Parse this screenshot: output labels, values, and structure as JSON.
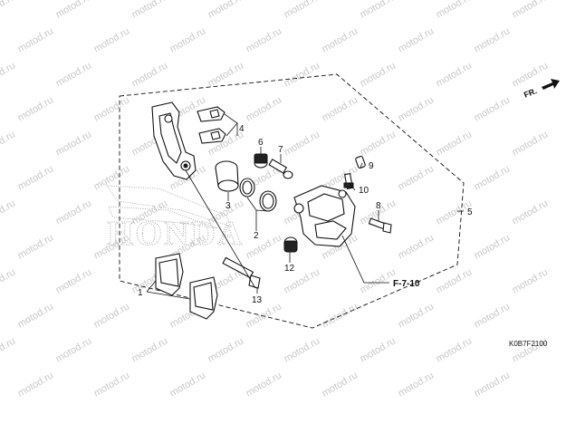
{
  "watermark": {
    "text": "motod.ru"
  },
  "brand_logo": {
    "text": "HONDA"
  },
  "direction_marker": {
    "label": "FR.",
    "icon": "forward-arrow-icon"
  },
  "callouts": {
    "c1": "1",
    "c2": "2",
    "c3": "3",
    "c4": "4",
    "c5": "5",
    "c6": "6",
    "c7": "7",
    "c8": "8",
    "c9": "9",
    "c10": "10",
    "c12": "12",
    "c13": "13"
  },
  "reference": {
    "label": "F-7-10"
  },
  "diagram_code": {
    "label": "K0B7F2100"
  }
}
